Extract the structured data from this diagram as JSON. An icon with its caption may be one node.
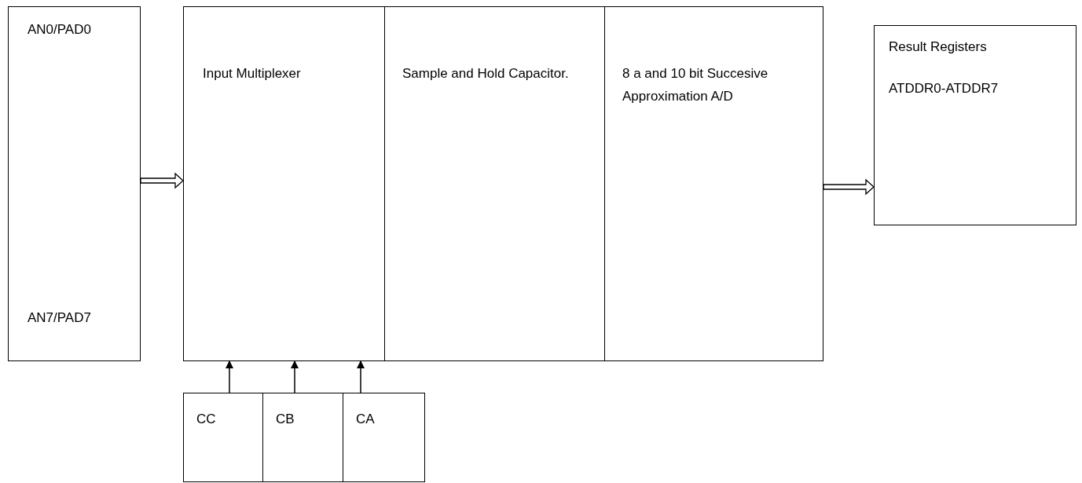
{
  "diagram": {
    "nodes": [
      {
        "text": [
          "AN0/PAD0",
          "AN7/PAD7"
        ]
      },
      {
        "text": [
          "Input Multiplexer"
        ]
      },
      {
        "text": [
          "Sample and Hold Capacitor."
        ]
      },
      {
        "text": [
          "8 a and 10 bit Succesive Approximation A/D"
        ]
      },
      {
        "text": [
          "Result Registers",
          "ATDDR0-ATDDR7"
        ]
      },
      {
        "text": [
          "CC"
        ]
      },
      {
        "text": [
          "CB"
        ]
      },
      {
        "text": [
          "CA"
        ]
      }
    ],
    "edges": [
      {
        "from": 0,
        "to": 1,
        "arrow": "to",
        "style": "thick"
      },
      {
        "from": 3,
        "to": 4,
        "arrow": "to",
        "style": "thick"
      },
      {
        "from": 5,
        "to": 1,
        "arrow": "to"
      },
      {
        "from": 6,
        "to": 1,
        "arrow": "to"
      },
      {
        "from": 7,
        "to": 1,
        "arrow": "to"
      }
    ]
  }
}
